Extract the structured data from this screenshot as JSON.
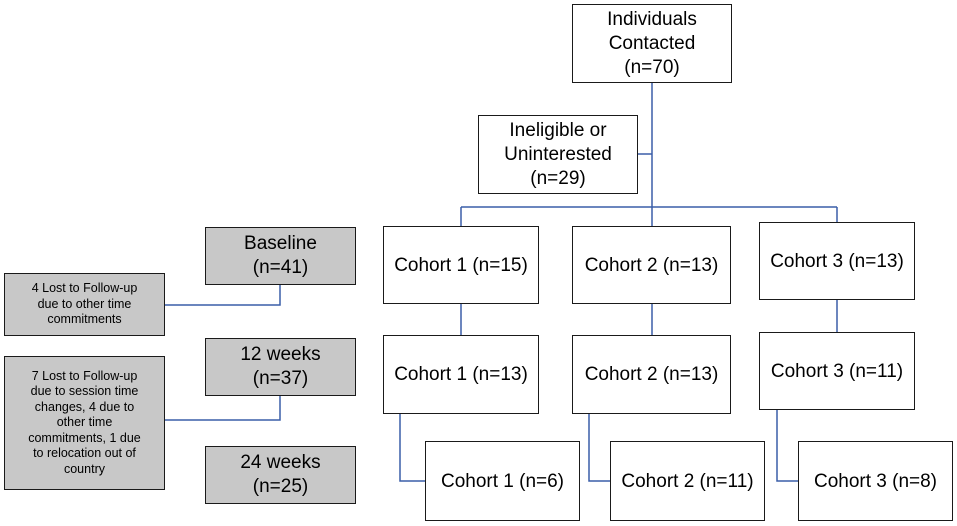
{
  "flow": {
    "contacted": "Individuals\nContacted\n(n=70)",
    "ineligible": "Ineligible or\nUninterested\n(n=29)",
    "cohorts_baseline": [
      "Cohort 1 (n=15)",
      "Cohort 2 (n=13)",
      "Cohort 3 (n=13)"
    ],
    "cohorts_12wk": [
      "Cohort 1 (n=13)",
      "Cohort 2 (n=13)",
      "Cohort 3 (n=11)"
    ],
    "cohorts_24wk": [
      "Cohort 1 (n=6)",
      "Cohort 2 (n=11)",
      "Cohort 3 (n=8)"
    ]
  },
  "timepoints": {
    "baseline": "Baseline\n(n=41)",
    "week12": "12 weeks\n(n=37)",
    "week24": "24 weeks\n(n=25)"
  },
  "losses": {
    "first": "4 Lost to Follow-up\ndue to other time\ncommitments",
    "second": "7 Lost to Follow-up\ndue to session time\nchanges, 4 due to\nother time\ncommitments, 1 due\nto relocation out of\ncountry"
  },
  "colors": {
    "connector": "#3a5ea8",
    "box_border": "#1a1a1a",
    "gray_fill": "#c8c8c8"
  }
}
